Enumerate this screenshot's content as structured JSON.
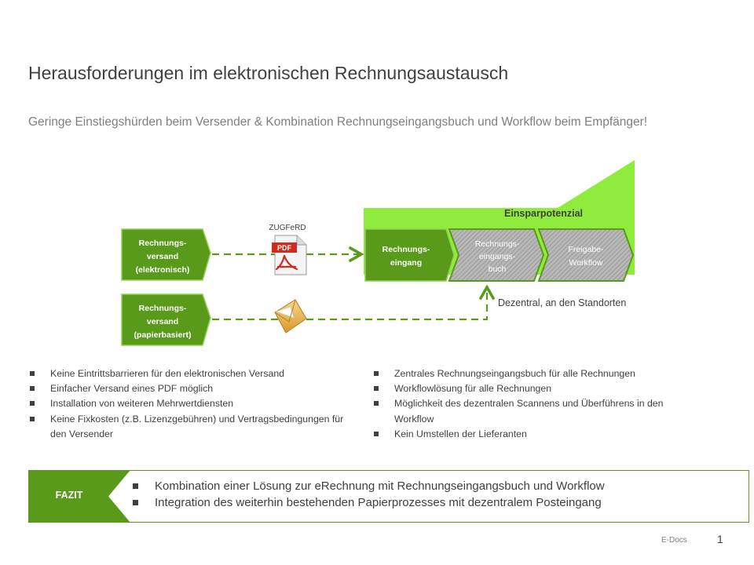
{
  "title": "Herausforderungen  im elektronischen  Rechnungsaustausch",
  "subtitle": "Geringe Einstiegshürden beim Versender & Kombination Rechnungseingangsbuch und Workflow beim Empfänger!",
  "diagram": {
    "savings_label": "Einsparpotenzial",
    "format_label": "ZUGFeRD",
    "decentral_label": "Dezentral, an den Standorten",
    "sender_electronic": [
      "Rechnungs-",
      "versand",
      "(elektronisch)"
    ],
    "sender_paper": [
      "Rechnungs-",
      "versand",
      "(papierbasiert)"
    ],
    "receipt": [
      "Rechnungs-",
      "eingang"
    ],
    "register": [
      "Rechnungs-",
      "eingangs-",
      "buch"
    ],
    "approval": [
      "Freigabe-",
      "Workflow"
    ],
    "pdf_badge": "PDF",
    "colors": {
      "dark_green": "#5a9a1a",
      "light_green": "#92d050",
      "lime": "#8fec3c",
      "grey": "#a6a6a6"
    }
  },
  "left_bullets": [
    "Keine Eintrittsbarrieren für den elektronischen Versand",
    "Einfacher Versand eines PDF möglich",
    "Installation von weiteren Mehrwertdiensten",
    "Keine Fixkosten (z.B. Lizenzgebühren) und Vertragsbedingungen für den Versender"
  ],
  "right_bullets": [
    "Zentrales Rechnungseingangsbuch für alle Rechnungen",
    "Workflowlösung  für alle Rechnungen",
    "Möglichkeit des dezentralen Scannens und Überführens in den Workflow",
    "Kein Umstellen der Lieferanten"
  ],
  "fazit": {
    "label": "FAZIT",
    "bullets": [
      "Kombination einer Lösung zur eRechnung mit Rechnungseingangsbuch und Workflow",
      "Integration des weiterhin bestehenden Papierprozesses mit dezentralem Posteingang"
    ]
  },
  "footer": {
    "brand": "E-Docs",
    "page": "1"
  }
}
